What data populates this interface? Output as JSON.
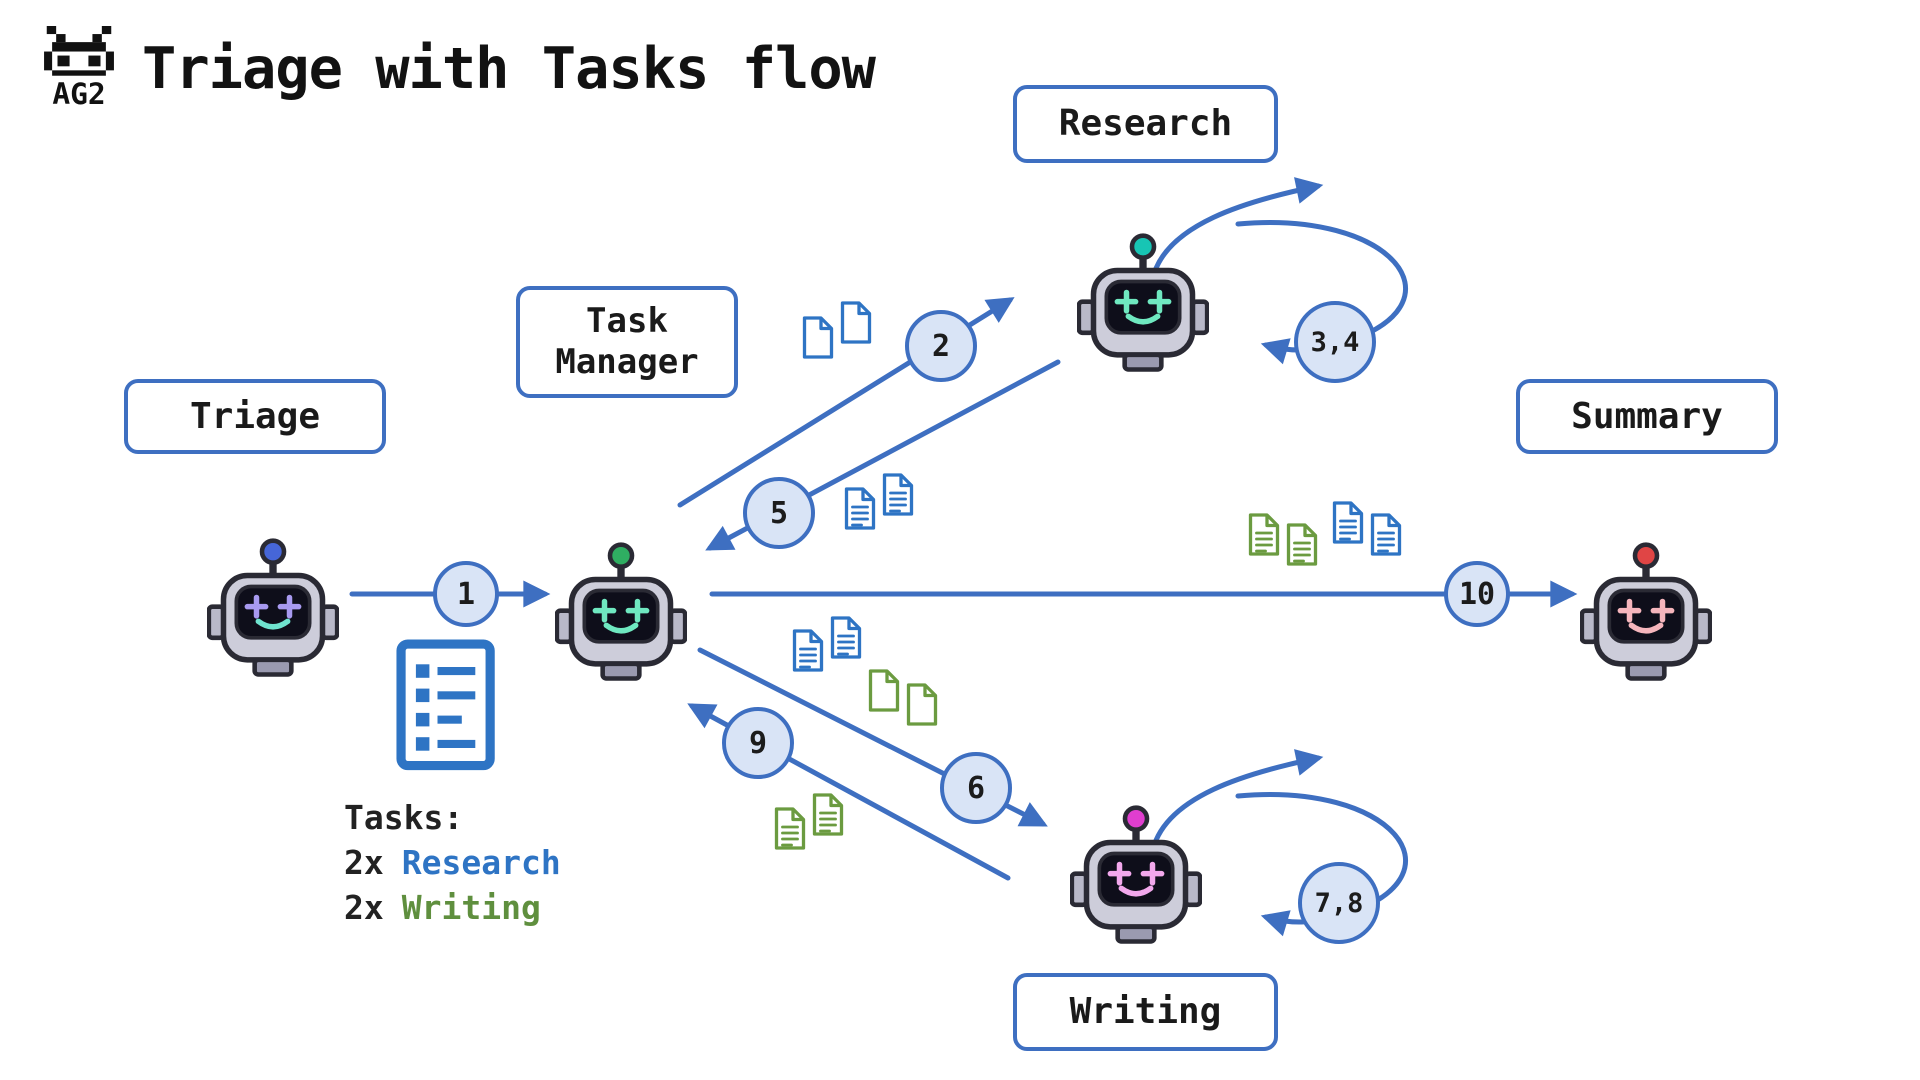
{
  "title": {
    "logo_text": "AG2",
    "text": "Triage with Tasks flow"
  },
  "nodes": {
    "research": {
      "label": "Research"
    },
    "task_manager": {
      "line1": "Task",
      "line2": "Manager"
    },
    "triage": {
      "label": "Triage"
    },
    "summary": {
      "label": "Summary"
    },
    "writing": {
      "label": "Writing"
    }
  },
  "steps": {
    "s1": "1",
    "s2": "2",
    "s34": "3,4",
    "s5": "5",
    "s6": "6",
    "s78": "7,8",
    "s9": "9",
    "s10": "10"
  },
  "tasks_note": {
    "heading": "Tasks:",
    "research_prefix": "2x",
    "research_label": "Research",
    "writing_prefix": "2x",
    "writing_label": "Writing"
  },
  "colors": {
    "accent_blue": "#3e6fc1",
    "circle_fill": "#d9e4f6",
    "doc_blue": "#2e74c4",
    "doc_green": "#6b9b40",
    "tasks_research_blue": "#2e74c4",
    "tasks_writing_green": "#5f8f3e",
    "antenna_triage": "#4666d8",
    "antenna_task_manager": "#2fae62",
    "antenna_research": "#17c5b4",
    "antenna_writing": "#e03ecf",
    "antenna_summary": "#e04545",
    "face_triage": "#a89af0",
    "smile_triage": "#6fe3cf",
    "face_task_manager": "#6fe8c0",
    "face_research": "#6fe8c0",
    "face_writing": "#f2a8ec",
    "face_summary": "#f5b5bc"
  }
}
